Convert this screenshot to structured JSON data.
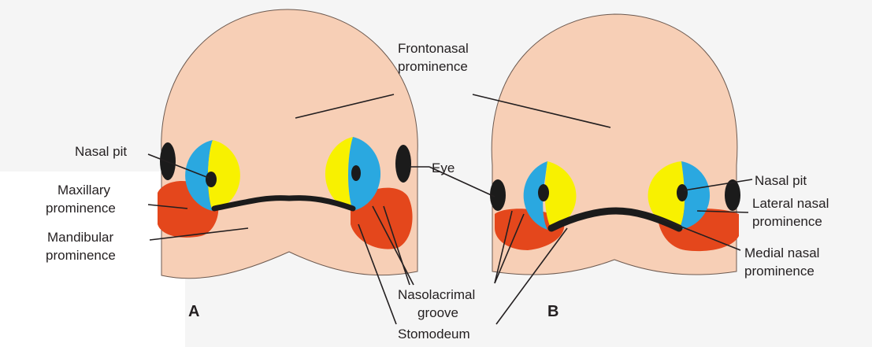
{
  "colors": {
    "head": "#f7cfb6",
    "lateral_nasal": "#f8f100",
    "medial_nasal": "#2aa8e0",
    "maxillary": "#e4471c",
    "groove": "#1b1b1b",
    "text": "#231f20",
    "background": "#f5f5f5"
  },
  "panel_a": {
    "letter": "A",
    "labels": {
      "nasal_pit": "Nasal pit",
      "maxillary_line1": "Maxillary",
      "maxillary_line2": "prominence",
      "mandibular_line1": "Mandibular",
      "mandibular_line2": "prominence"
    }
  },
  "shared": {
    "frontonasal_line1": "Frontonasal",
    "frontonasal_line2": "prominence",
    "eye": "Eye",
    "nasolacrimal_line1": "Nasolacrimal",
    "nasolacrimal_line2": "groove",
    "stomodeum": "Stomodeum"
  },
  "panel_b": {
    "letter": "B",
    "labels": {
      "nasal_pit": "Nasal pit",
      "lateral_nasal_line1": "Lateral nasal",
      "lateral_nasal_line2": "prominence",
      "medial_nasal_line1": "Medial nasal",
      "medial_nasal_line2": "prominence"
    }
  }
}
